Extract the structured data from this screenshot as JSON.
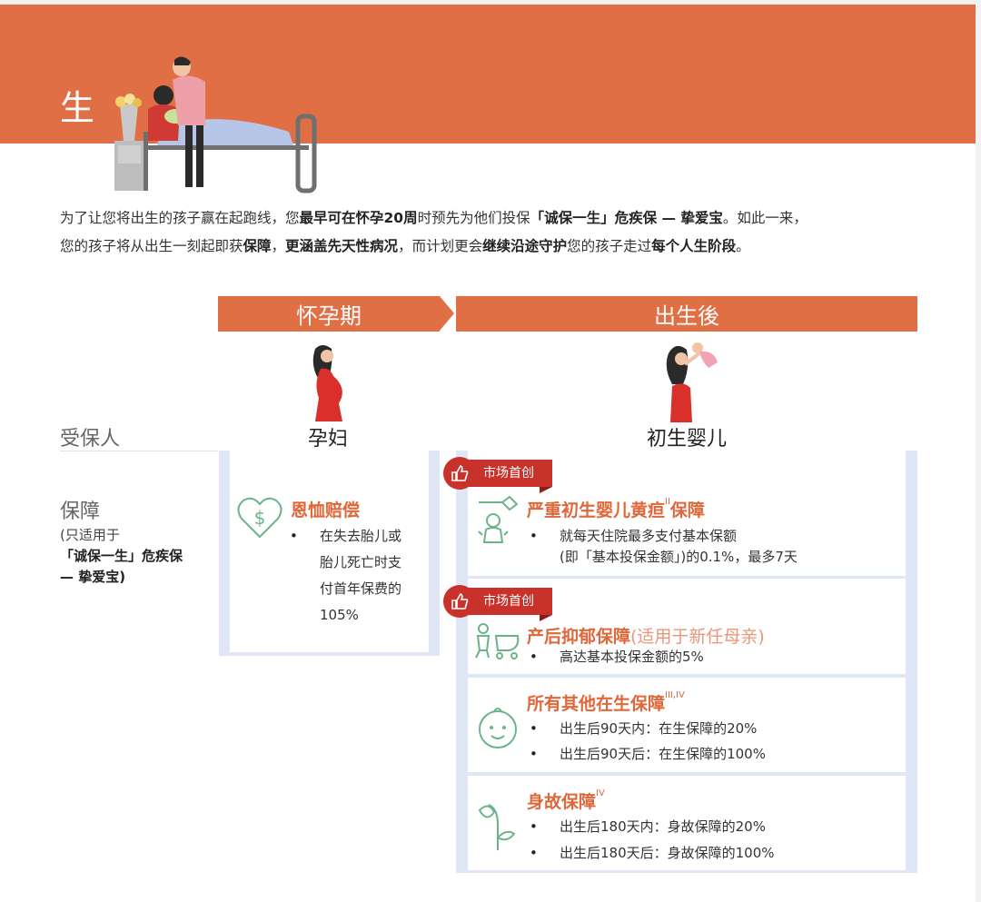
{
  "header": {
    "title": "生"
  },
  "intro": {
    "line1_a": "为了让您将出生的孩子赢在起跑线，您",
    "line1_b": "最早可在怀孕20周",
    "line1_c": "时预先为他们投保",
    "line1_d": "「诚保一生」危疾保 — 挚爱宝",
    "line1_e": "。如此一来，",
    "line2_a": "您的孩子将从出生一刻起即获",
    "line2_b": "保障",
    "line2_c": "，",
    "line2_d": "更涵盖先天性病况",
    "line2_e": "，而计划更会",
    "line2_f": "继续沿途守护",
    "line2_g": "您的孩子走过",
    "line2_h": "每个人生阶段",
    "line2_i": "。"
  },
  "phases": {
    "pregnancy": "怀孕期",
    "after_birth": "出生後"
  },
  "rows": {
    "insured_label": "受保人",
    "coverage_label": "保障",
    "coverage_note_1": "(只适用于",
    "coverage_note_2": "「诚保一生」危疾保",
    "coverage_note_3": "— 挚爱宝)"
  },
  "insured": {
    "pregnancy": "孕妇",
    "after_birth": "初生婴儿"
  },
  "pregnancy_card": {
    "title": "恩恤赔偿",
    "lines": [
      "在失去胎儿或",
      "胎儿死亡时支",
      "付首年保费的",
      "105%"
    ]
  },
  "badge_text": "市场首创",
  "cards": [
    {
      "title": "严重初生婴儿黄疸",
      "sup": "II",
      "title_suffix": "保障",
      "bullet": "就每天住院最多支付基本保额",
      "bullet_cont": "(即「基本投保金额」)的0.1%，最多7天"
    },
    {
      "title": "产后抑郁保障",
      "note": "(适用于新任母亲)",
      "bullet": "高达基本投保金额的5%"
    },
    {
      "title": "所有其他在生保障",
      "sup": "III,IV",
      "bullets": [
        "出生后90天内：在生保障的20%",
        "出生后90天后：在生保障的100%"
      ]
    },
    {
      "title": "身故保障",
      "sup": "IV",
      "bullets": [
        "出生后180天内：身故保障的20%",
        "出生后180天后：身故保障的100%"
      ]
    }
  ],
  "icons": {
    "illustration": "hospital-family-illustration",
    "pregnant": "pregnant-woman-icon",
    "mother": "mother-baby-icon",
    "heart": "heart-dollar-icon",
    "thumbs": "thumbs-up-icon",
    "jaundice": "baby-lamp-icon",
    "postnatal": "mother-stroller-icon",
    "baby": "baby-face-icon",
    "flower": "wilting-flower-icon"
  },
  "colors": {
    "accent": "#e06f45",
    "badge": "#c8322b",
    "card_title": "#e0673a",
    "panel": "#dfe7f6"
  }
}
